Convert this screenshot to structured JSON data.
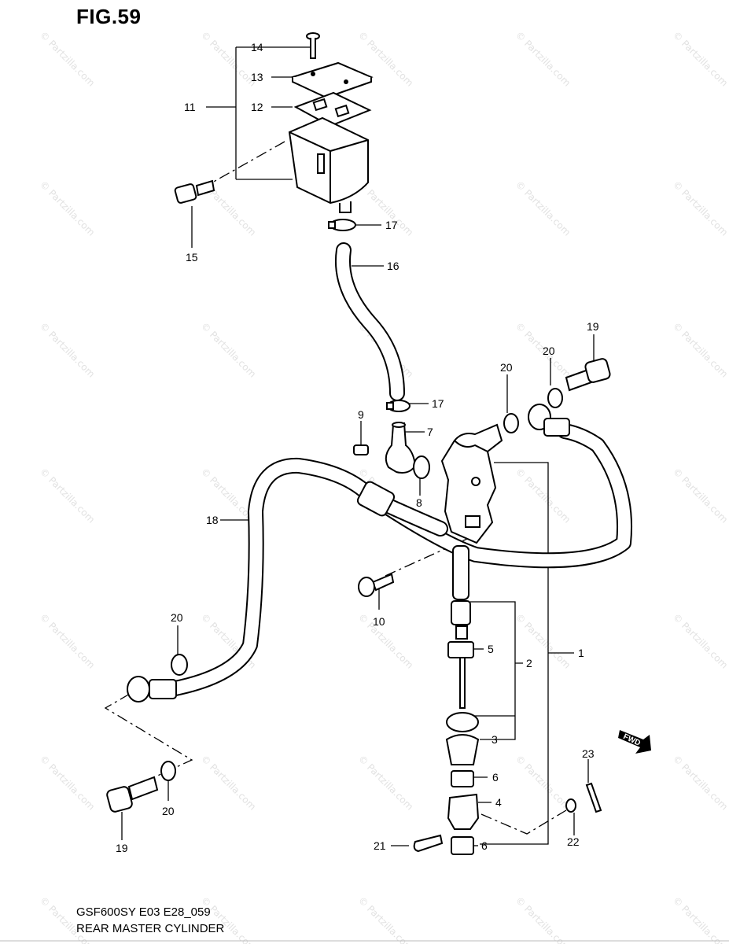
{
  "figure": {
    "title": "FIG.59",
    "model_code": "GSF600SY E03 E28_059",
    "section_name": "REAR MASTER CYLINDER"
  },
  "watermark": {
    "text": "© Partzilla.com",
    "color": "#e2e2e2"
  },
  "direction_badge": {
    "label": "FWD"
  },
  "callouts": {
    "c1": "1",
    "c2": "2",
    "c3": "3",
    "c4": "4",
    "c5": "5",
    "c6a": "6",
    "c6b": "6",
    "c7": "7",
    "c8": "8",
    "c9": "9",
    "c10": "10",
    "c11": "11",
    "c12": "12",
    "c13": "13",
    "c14": "14",
    "c15": "15",
    "c16": "16",
    "c17a": "17",
    "c17b": "17",
    "c18": "18",
    "c19a": "19",
    "c19b": "19",
    "c20a": "20",
    "c20b": "20",
    "c20c": "20",
    "c20d": "20",
    "c21": "21",
    "c22": "22",
    "c23": "23"
  }
}
